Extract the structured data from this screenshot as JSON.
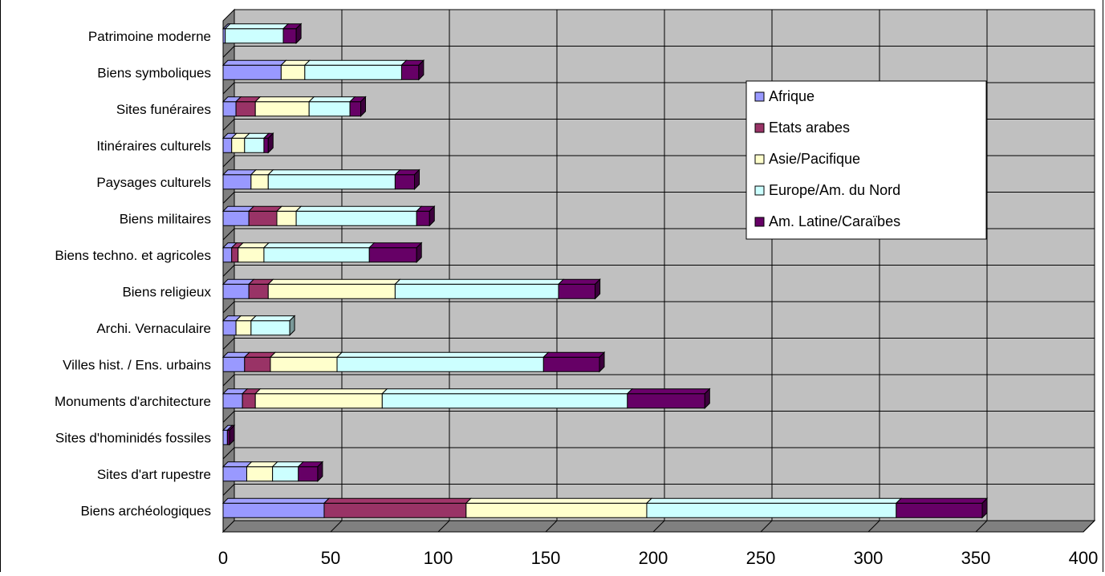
{
  "chart_data": {
    "type": "bar",
    "orientation": "horizontal",
    "stacked": true,
    "three_d": true,
    "categories": [
      "Patrimoine moderne",
      "Biens symboliques",
      "Sites funéraires",
      "Itinéraires culturels",
      "Paysages culturels",
      "Biens militaires",
      "Biens techno. et agricoles",
      "Biens religieux",
      "Archi. Vernaculaire",
      "Villes hist. / Ens. urbains",
      "Monuments d'architecture",
      "Sites d'hominidés fossiles",
      "Sites d'art rupestre",
      "Biens archéologiques"
    ],
    "series": [
      {
        "name": "Afrique",
        "color": "#9999ff",
        "values": [
          1,
          27,
          6,
          4,
          13,
          12,
          4,
          12,
          6,
          10,
          9,
          2,
          11,
          47
        ]
      },
      {
        "name": "Etats arabes",
        "color": "#993366",
        "values": [
          0,
          0,
          9,
          0,
          0,
          13,
          3,
          9,
          0,
          12,
          6,
          0,
          0,
          66
        ]
      },
      {
        "name": "Asie/Pacifique",
        "color": "#ffffcc",
        "values": [
          0,
          11,
          25,
          6,
          8,
          9,
          12,
          59,
          7,
          31,
          59,
          0,
          12,
          84
        ]
      },
      {
        "name": "Europe/Am. du Nord",
        "color": "#ccffff",
        "values": [
          27,
          45,
          19,
          9,
          59,
          56,
          49,
          76,
          18,
          96,
          114,
          0,
          12,
          116
        ]
      },
      {
        "name": "Am. Latine/Caraïbes",
        "color": "#660066",
        "values": [
          6,
          8,
          5,
          2,
          9,
          6,
          22,
          17,
          0,
          26,
          36,
          1,
          9,
          40
        ]
      }
    ],
    "xlim": [
      0,
      400
    ],
    "x_ticks": [
      "0",
      "50",
      "100",
      "150",
      "200",
      "250",
      "300",
      "350",
      "400"
    ],
    "grid": true,
    "legend_position": "right"
  }
}
